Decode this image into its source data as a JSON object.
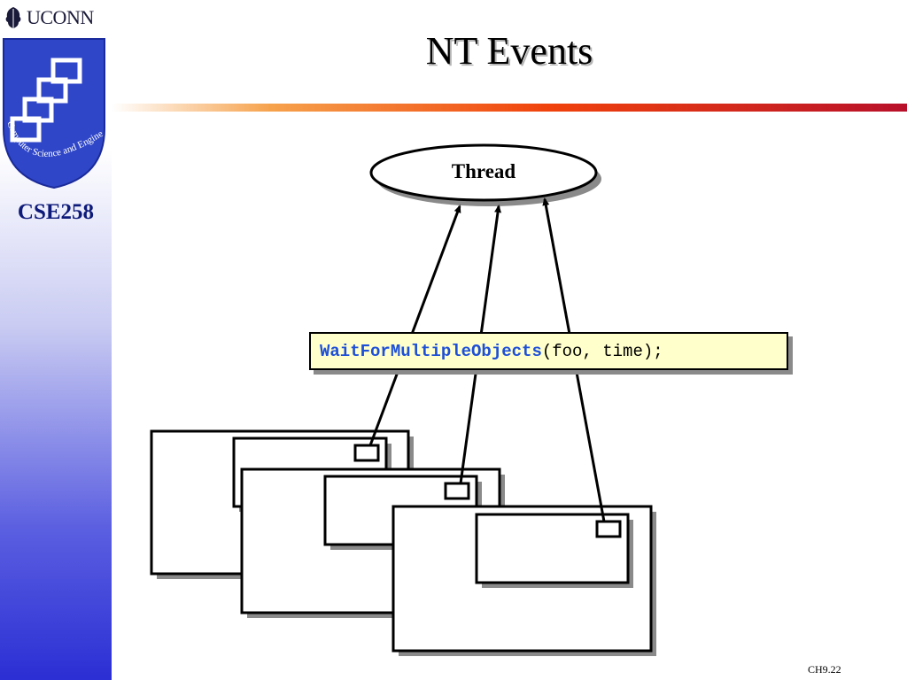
{
  "header": {
    "institution": "UCONN",
    "logo_text": "Computer Science and Engineering"
  },
  "course": "CSE258",
  "slide": {
    "title": "NT Events",
    "footer": "CH9.22"
  },
  "diagram": {
    "thread_label": "Thread",
    "call": {
      "function": "WaitForMultipleObjects",
      "args": "(foo, time);"
    }
  },
  "colors": {
    "sidebar_top": "#ffffff",
    "sidebar_bottom": "#2b2fd4",
    "rule_accent": "#f0420c",
    "code_fn": "#1d4fd8",
    "code_bg": "#ffffcc"
  }
}
